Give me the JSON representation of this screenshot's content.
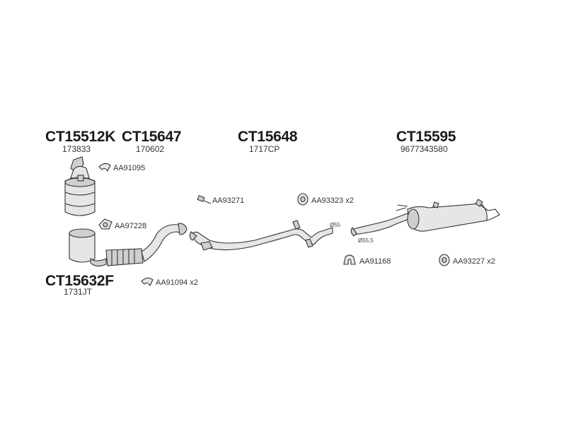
{
  "assemblies": [
    {
      "code": "CT15512K",
      "ref": "173833"
    },
    {
      "code": "CT15647",
      "ref": "170602"
    },
    {
      "code": "CT15648",
      "ref": "1717CP"
    },
    {
      "code": "CT15595",
      "ref": "9677343580"
    },
    {
      "code": "CT15632F",
      "ref": "1731JT"
    }
  ],
  "accessories": [
    {
      "label": "AA91095"
    },
    {
      "label": "AA97228"
    },
    {
      "label": "AA91094 x2"
    },
    {
      "label": "AA93271"
    },
    {
      "label": "AA93323 x2"
    },
    {
      "label": "AA91168"
    },
    {
      "label": "AA93227 x2"
    }
  ],
  "dimensions": [
    {
      "label": "Ø55"
    },
    {
      "label": "Ø55,5"
    }
  ]
}
